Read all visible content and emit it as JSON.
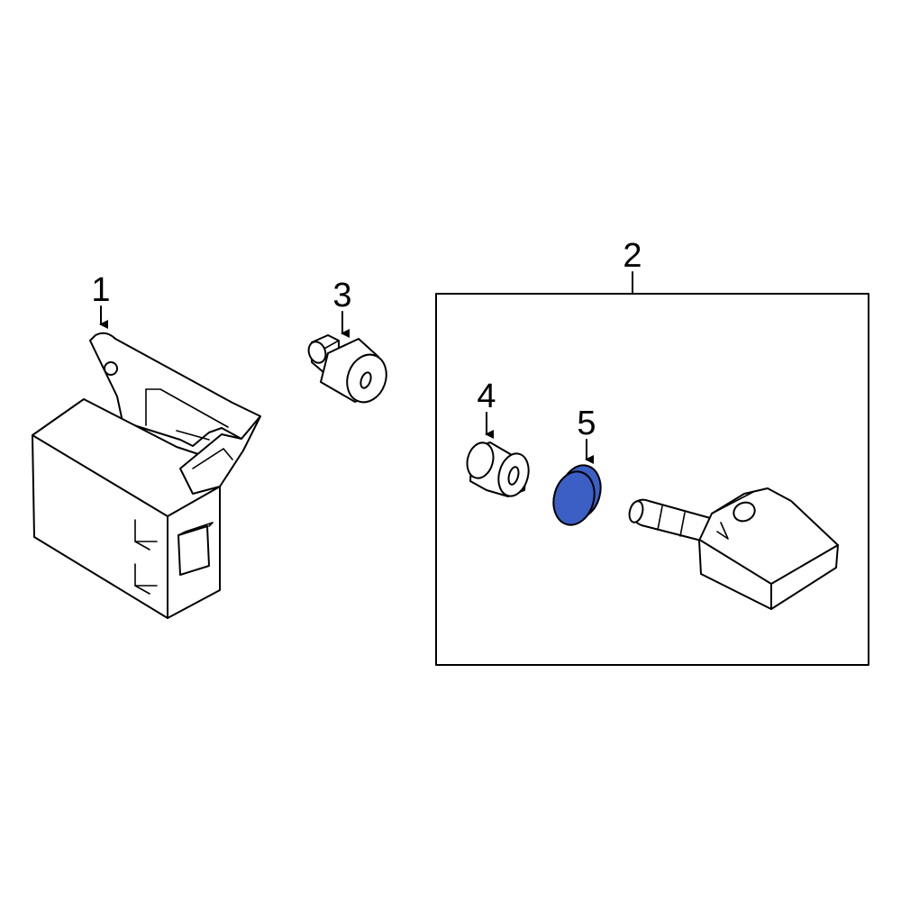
{
  "callouts": {
    "c1": "1",
    "c2": "2",
    "c3": "3",
    "c4": "4",
    "c5": "5"
  },
  "highlight_color": "#3b5fc4",
  "parts": [
    {
      "callout": "1",
      "icon": "control-module-with-bracket"
    },
    {
      "callout": "2",
      "icon": "tire-pressure-sensor-kit-box"
    },
    {
      "callout": "3",
      "icon": "valve-cap"
    },
    {
      "callout": "4",
      "icon": "sensor-nut"
    },
    {
      "callout": "5",
      "icon": "valve-grommet",
      "highlighted": true
    }
  ]
}
